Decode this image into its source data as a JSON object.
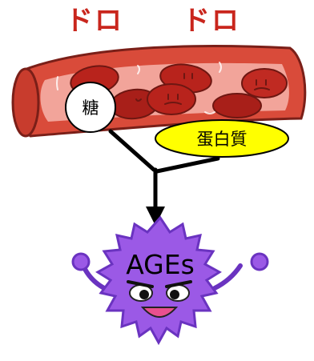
{
  "onomatopoeia": [
    "ドロ",
    "ドロ"
  ],
  "blood_vessel": {
    "wall_color": "#d94b3a",
    "lumen_color": "#f2a49a",
    "cell_color": "#b8231c"
  },
  "sugar": {
    "label": "糖",
    "fill": "#ffffff"
  },
  "protein": {
    "label": "蛋白質",
    "fill": "#ffff00"
  },
  "product": {
    "label": "AGEs",
    "body_color": "#9b59e6",
    "outline_color": "#6a33c0"
  },
  "arrow_color": "#000000"
}
